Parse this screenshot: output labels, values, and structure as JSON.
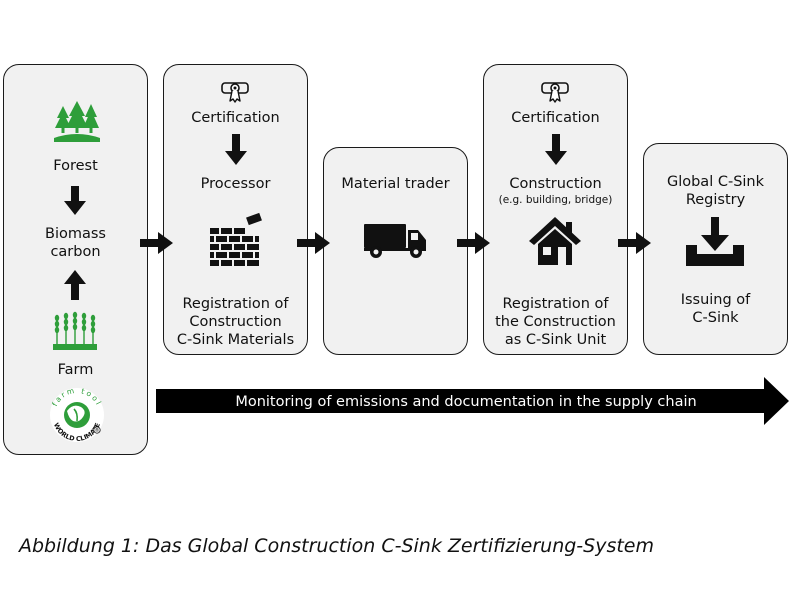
{
  "farm_column": {
    "forest_label": "Forest",
    "biomass_label": "Biomass\ncarbon",
    "farm_label": "Farm",
    "logo": {
      "top_text": "farm tool",
      "bottom_text": "WORLD CLIMATE"
    }
  },
  "processor_box": {
    "certification_label": "Certification",
    "processor_label": "Processor",
    "registration_text": "Registration of\nConstruction\nC-Sink Materials"
  },
  "trader_box": {
    "label": "Material trader"
  },
  "construction_box": {
    "certification_label": "Certification",
    "construction_label": "Construction",
    "construction_note": "(e.g. building, bridge)",
    "registration_text": "Registration of\nthe Construction\nas C-Sink Unit"
  },
  "registry_box": {
    "title": "Global C-Sink\nRegistry",
    "issuing_text": "Issuing of\nC-Sink"
  },
  "monitoring_band": {
    "label": "Monitoring of emissions and documentation in the supply chain"
  },
  "caption": "Abbildung 1: Das Global Construction C-Sink Zertifizierung-System",
  "colors": {
    "green": "#2e9e3a",
    "box_fill": "#f1f1f1",
    "dark": "#111111"
  }
}
